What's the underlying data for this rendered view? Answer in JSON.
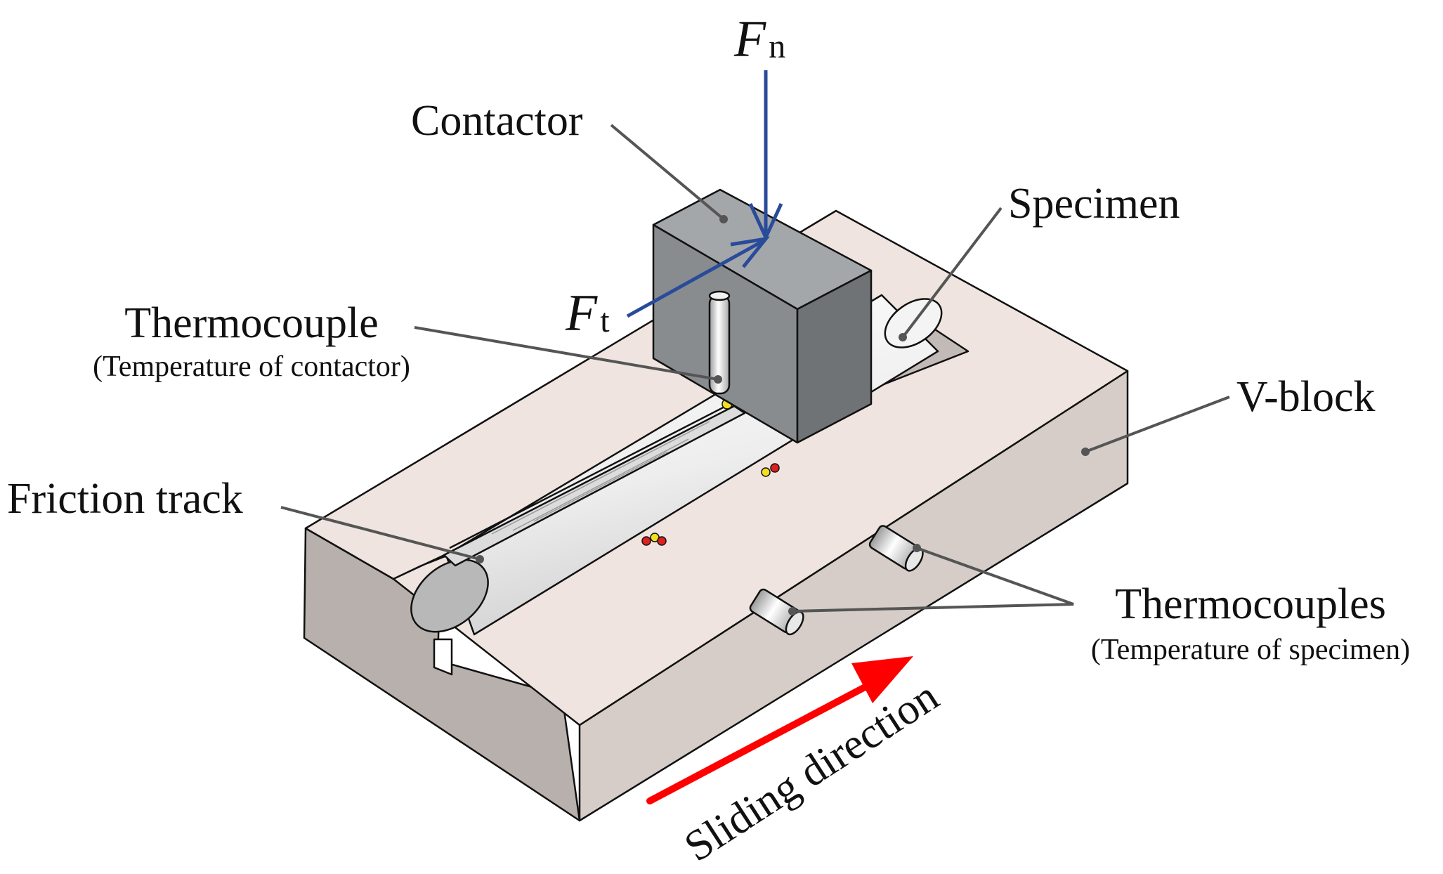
{
  "labels": {
    "contactor": "Contactor",
    "specimen": "Specimen",
    "thermocouple": "Thermocouple",
    "thermocouple_note": "(Temperature of contactor)",
    "v_block": "V-block",
    "friction_track": "Friction track",
    "thermocouples": "Thermocouples",
    "thermocouples_note": "(Temperature of specimen)",
    "sliding_direction": "Sliding direction"
  },
  "forces": {
    "normal": {
      "symbol": "F",
      "subscript": "n"
    },
    "tangential": {
      "symbol": "F",
      "subscript": "t"
    }
  },
  "colors": {
    "force_arrow": "#2a4a9a",
    "sliding_arrow": "#ff0000",
    "block_top": "#efe4df",
    "block_side": "#d6cdc8",
    "block_front": "#b7b0ac",
    "contactor_front": "#888c8f",
    "contactor_top": "#a3a7aa",
    "contactor_side": "#6f7376",
    "specimen": "#f2f2f2",
    "hot_spot_red": "#e02020",
    "hot_spot_yellow": "#f0e020"
  }
}
